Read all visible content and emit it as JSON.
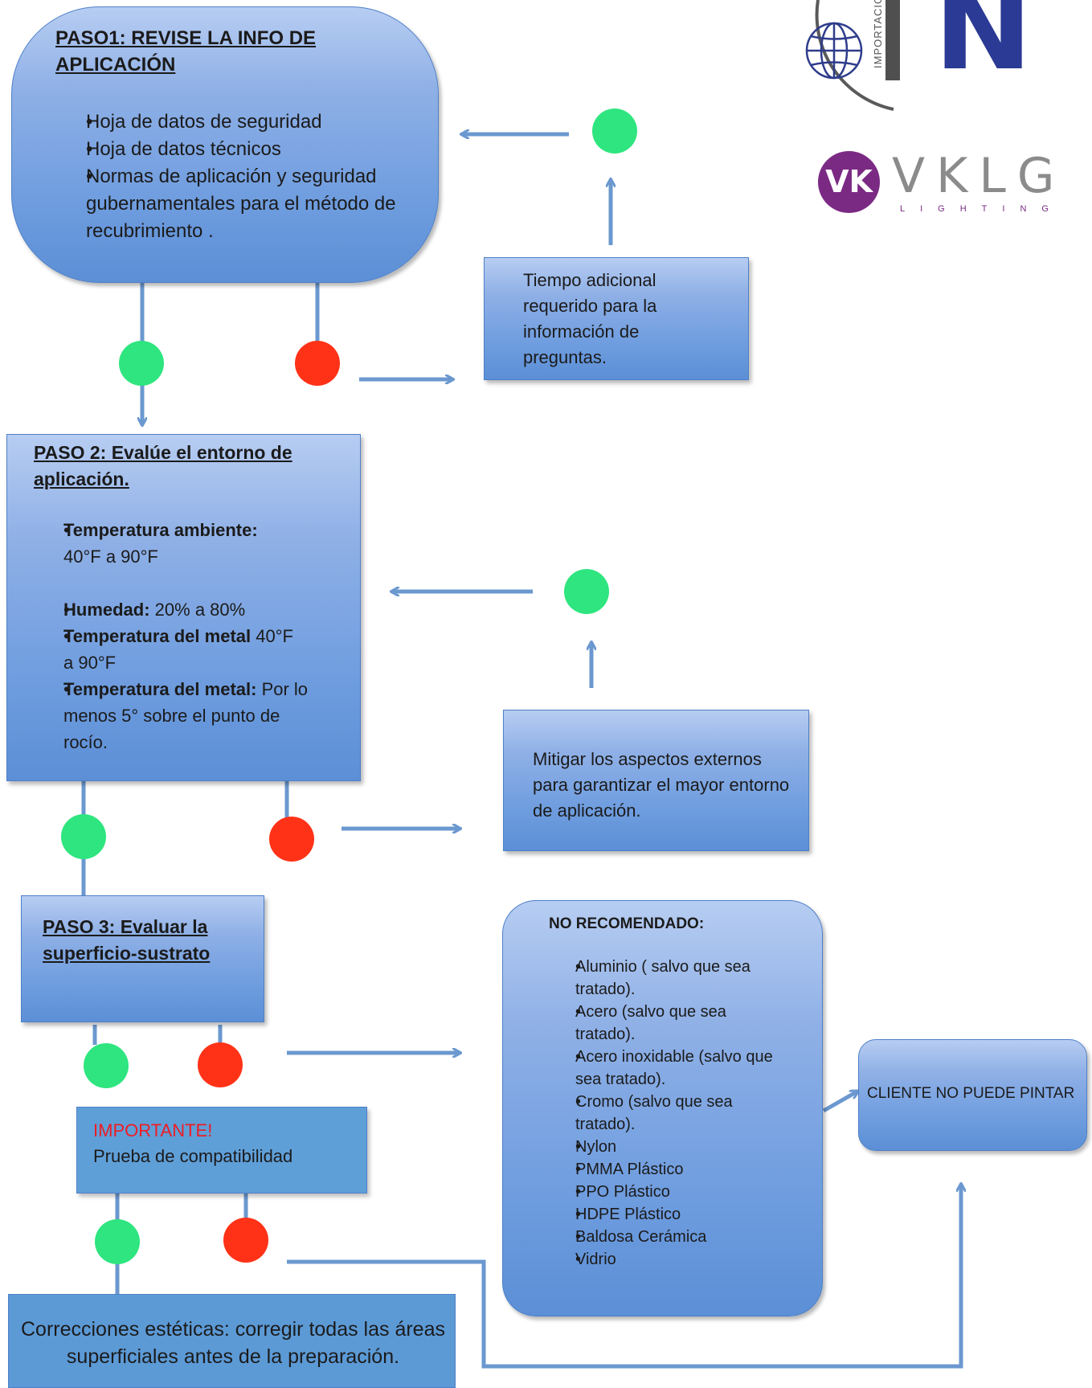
{
  "step1": {
    "title": "PASO1: REVISE LA INFO DE APLICACIÓN",
    "items": [
      "Hoja de datos de seguridad",
      "Hoja de datos técnicos",
      "Normas de aplicación y seguridad gubernamentales para el método de recubrimiento ."
    ]
  },
  "step1_red": {
    "text": "Tiempo adicional requerido para la información de preguntas."
  },
  "step2": {
    "title": "PASO 2: Evalúe el entorno de aplicación.",
    "items": [
      {
        "bold": "Temperatura ambiente:",
        "text": "40°F a 90°F"
      },
      {
        "bold": "Humedad:",
        "text": " 20% a 80%"
      },
      {
        "bold": "Temperatura del metal",
        "text": " 40°F a 90°F"
      },
      {
        "bold": "Temperatura del metal:",
        "text": " Por lo menos 5° sobre el punto de rocío."
      }
    ]
  },
  "step2_red": {
    "text": "Mitigar los aspectos externos para garantizar el mayor entorno de aplicación."
  },
  "step3": {
    "title": "PASO 3: Evaluar la superficio-sustrato"
  },
  "not_recommended": {
    "title": "NO RECOMENDADO:",
    "items": [
      " Aluminio ( salvo que sea tratado).",
      "Acero (salvo que sea tratado).",
      "Acero inoxidable (salvo que sea tratado).",
      "Cromo (salvo que sea tratado).",
      "Nylon",
      "PMMA Plástico",
      "PPO Plástico",
      "HDPE Plástico",
      "Baldosa Cerámica",
      "Vidrio"
    ]
  },
  "client_cannot_paint": {
    "text": "CLIENTE NO PUEDE PINTAR"
  },
  "important": {
    "label": "IMPORTANTE!",
    "text": "Prueba de compatibilidad"
  },
  "corrections": {
    "text": "Correcciones estéticas: corregir todas las áreas superficiales antes de la preparación."
  },
  "logos": {
    "chn": {
      "side_text": "IMPORTACIO",
      "letter": "N"
    },
    "vklg": {
      "mark": "VK",
      "name": "VKLG",
      "sub": "LIGHTING"
    }
  },
  "colors": {
    "box_blue": "#6f9ddf",
    "green_dot": "#2ee57f",
    "red_dot": "#ff3217",
    "arrow": "#6b98cf",
    "important_red": "#ee1c24",
    "vklg_purple": "#7b2a84"
  }
}
